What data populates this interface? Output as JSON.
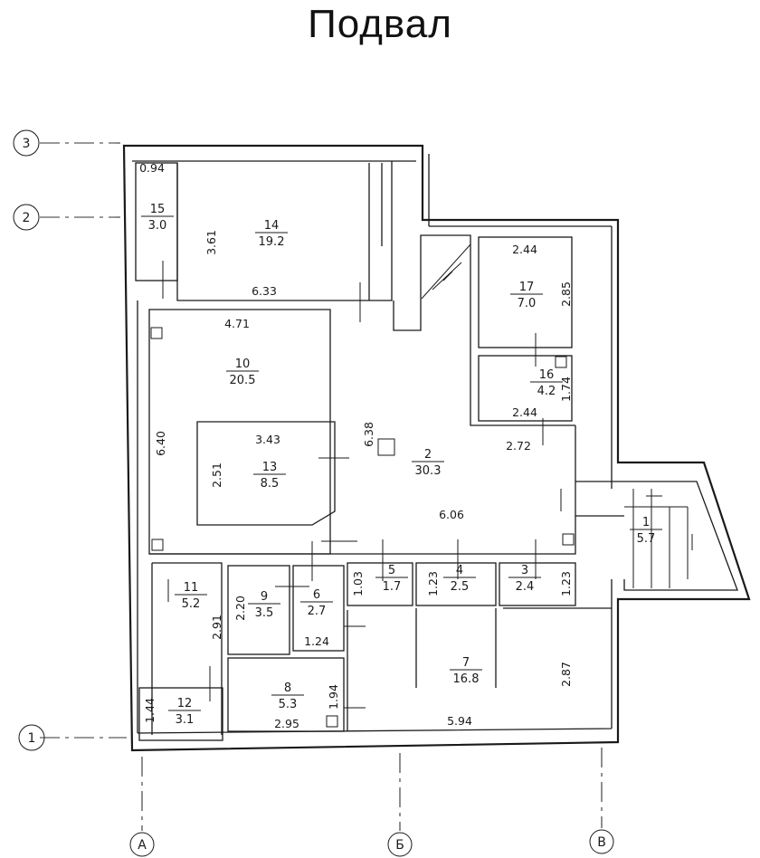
{
  "title": "Подвал",
  "axes": {
    "rows": [
      "3",
      "2",
      "1"
    ],
    "cols": [
      "А",
      "Б",
      "В"
    ]
  },
  "rooms": [
    {
      "number": "1",
      "area": "5.7"
    },
    {
      "number": "2",
      "area": "30.3"
    },
    {
      "number": "3",
      "area": "2.4"
    },
    {
      "number": "4",
      "area": "2.5"
    },
    {
      "number": "5",
      "area": "1.7"
    },
    {
      "number": "6",
      "area": "2.7"
    },
    {
      "number": "7",
      "area": "16.8"
    },
    {
      "number": "8",
      "area": "5.3"
    },
    {
      "number": "9",
      "area": "3.5"
    },
    {
      "number": "10",
      "area": "20.5"
    },
    {
      "number": "11",
      "area": "5.2"
    },
    {
      "number": "12",
      "area": "3.1"
    },
    {
      "number": "13",
      "area": "8.5"
    },
    {
      "number": "14",
      "area": "19.2"
    },
    {
      "number": "15",
      "area": "3.0"
    },
    {
      "number": "16",
      "area": "4.2"
    },
    {
      "number": "17",
      "area": "7.0"
    }
  ],
  "dimensions": [
    "0.94",
    "3.61",
    "6.33",
    "4.71",
    "6.40",
    "3.43",
    "2.51",
    "6.38",
    "2.44",
    "2.85",
    "1.74",
    "2.44",
    "2.72",
    "6.06",
    "1.03",
    "1.23",
    "1.23",
    "2.20",
    "2.91",
    "1.24",
    "1.44",
    "1.94",
    "2.95",
    "5.94",
    "2.87"
  ]
}
